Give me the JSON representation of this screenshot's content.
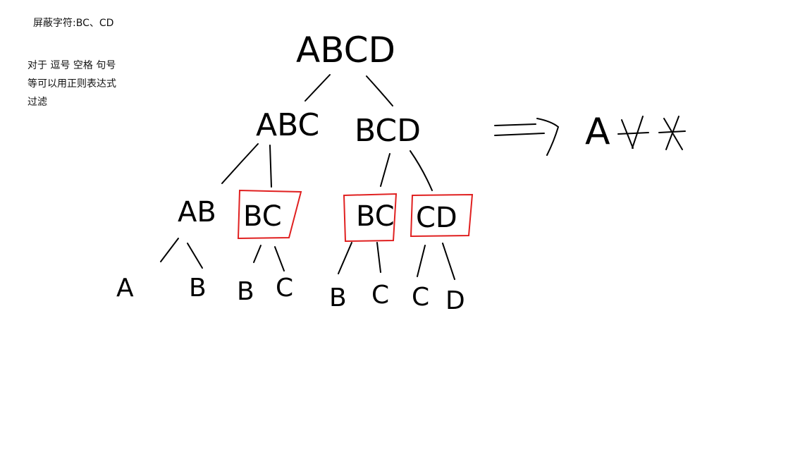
{
  "notes": {
    "title": "屏蔽字符:BC、CD",
    "desc_lines": [
      "对于 逗号 空格 句号",
      "等可以用正则表达式",
      "过滤"
    ]
  },
  "tree": {
    "root": "ABCD",
    "level1": [
      "ABC",
      "BCD"
    ],
    "level2": [
      "AB",
      "BC",
      "BC",
      "CD"
    ],
    "leaves": [
      "A",
      "B",
      "B",
      "C",
      "B",
      "C",
      "C",
      "D"
    ],
    "highlighted": [
      "BC",
      "BC",
      "CD"
    ]
  },
  "result": {
    "text": "A",
    "masked_count": 2
  },
  "colors": {
    "ink": "#000000",
    "highlight": "#e02020"
  }
}
